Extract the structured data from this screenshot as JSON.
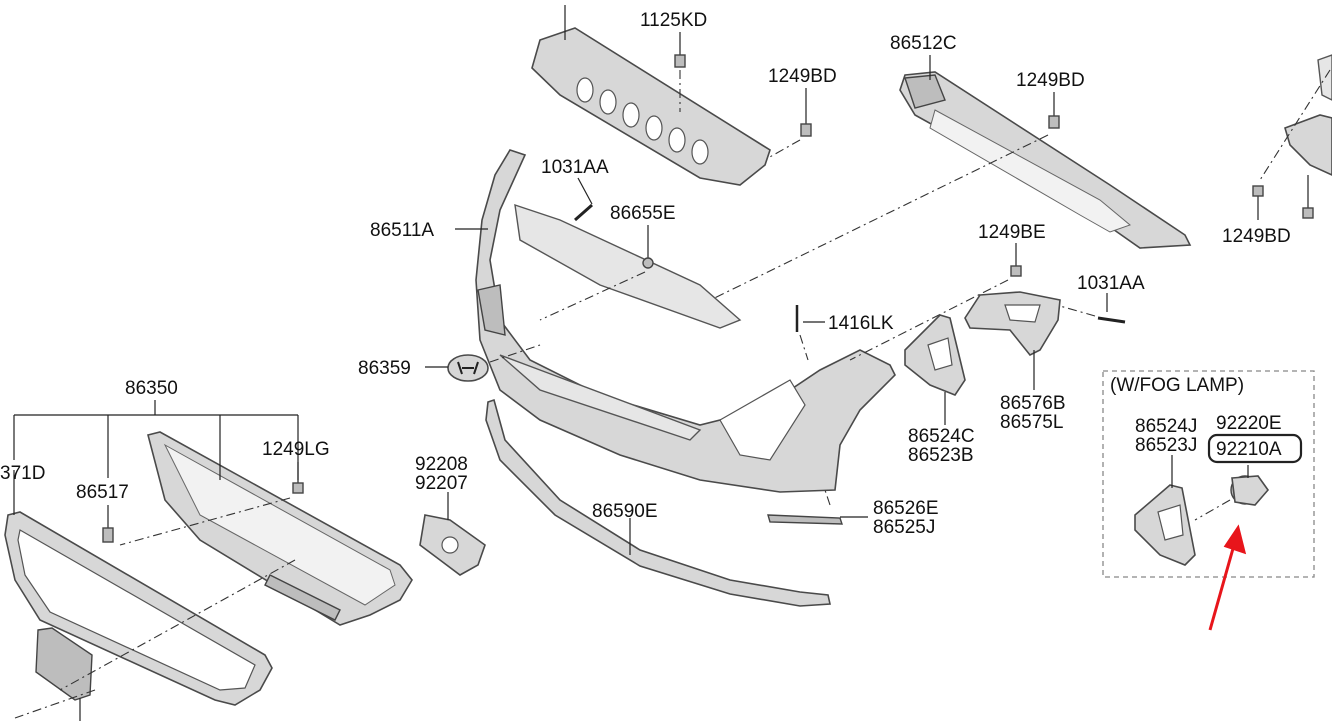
{
  "diagram": {
    "fog_lamp_box_title": "(W/FOG LAMP)",
    "labels": {
      "p1125KD": "1125KD",
      "p1249BD_top": "1249BD",
      "p86512C": "86512C",
      "p1249BD_right": "1249BD",
      "p1249BD_far": "1249BD",
      "p1031AA_top": "1031AA",
      "p86655E": "86655E",
      "p86511A": "86511A",
      "p1249BE": "1249BE",
      "p1031AA_right": "1031AA",
      "p1416LK": "1416LK",
      "p86359": "86359",
      "p86576B": "86576B",
      "p86575L": "86575L",
      "p86524C": "86524C",
      "p86523B": "86523B",
      "p86350": "86350",
      "p1249LG": "1249LG",
      "p371D": "371D",
      "p86517": "86517",
      "p92208": "92208",
      "p92207": "92207",
      "p86590E": "86590E",
      "p86526E": "86526E",
      "p86525J": "86525J",
      "p86524J": "86524J",
      "p86523J": "86523J",
      "p92220E": "92220E",
      "p92210A": "92210A"
    },
    "highlighted_part": "92210A",
    "arrow_color": "#e8151b"
  }
}
